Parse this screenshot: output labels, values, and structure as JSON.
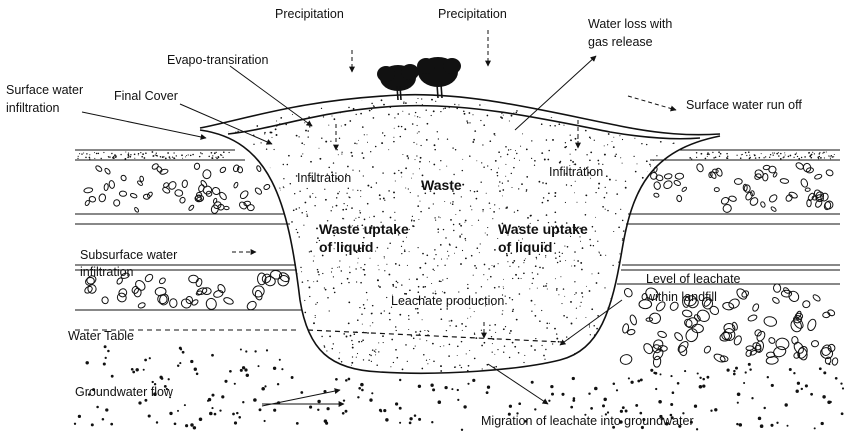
{
  "labels": {
    "precipitation_left": "Precipitation",
    "precipitation_right": "Precipitation",
    "water_loss_line1": "Water loss with",
    "water_loss_line2": "gas release",
    "evapotranspiration": "Evapo-transiration",
    "surface_infiltration_line1": "Surface water",
    "surface_infiltration_line2": "infiltration",
    "final_cover": "Final Cover",
    "surface_runoff": "Surface water run off",
    "infiltration_left": "Infiltration",
    "waste": "Waste",
    "infiltration_right": "Infiltration",
    "uptake_left_line1": "Waste uptake",
    "uptake_left_line2": "of liquid",
    "uptake_right_line1": "Waste uptake",
    "uptake_right_line2": "of liquid",
    "subsurface_line1": "Subsurface water",
    "subsurface_line2": "infiltration",
    "leachate_level_line1": "Level of leachate",
    "leachate_level_line2": "within landfill",
    "leachate_production": "Leachate production",
    "water_table": "Water Table",
    "groundwater_flow": "Groundwater flow",
    "migration": "Migration of leachate into groundwater"
  }
}
